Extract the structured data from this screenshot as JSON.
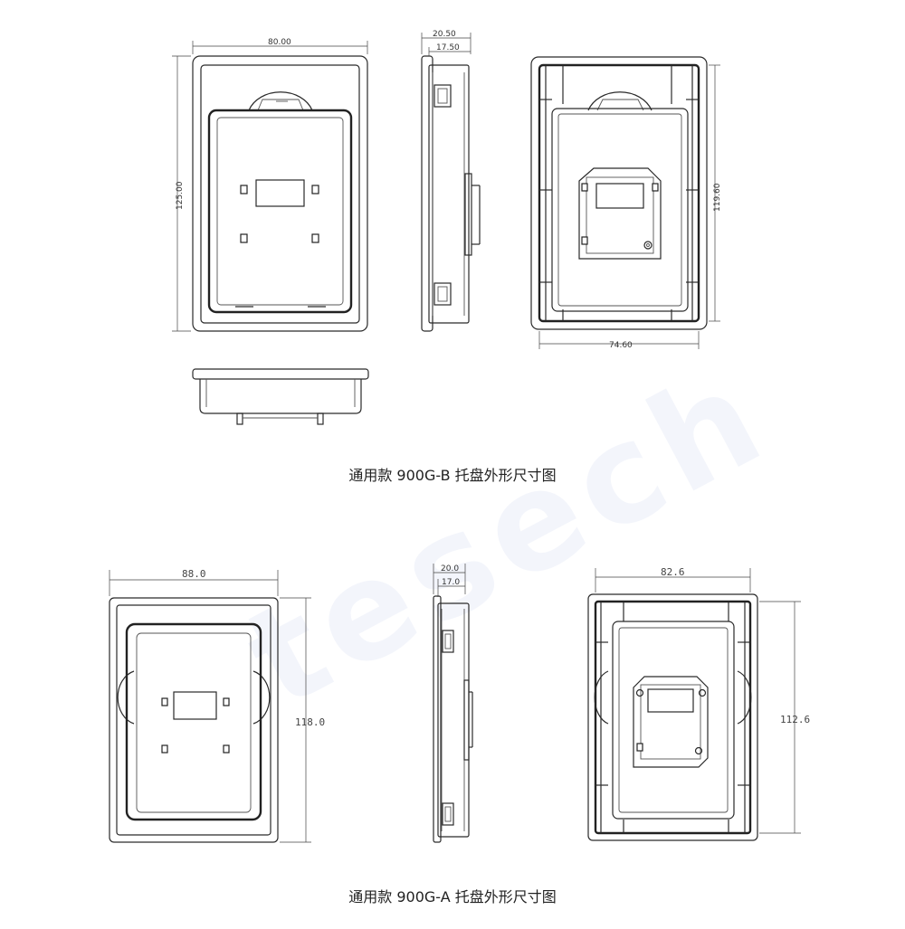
{
  "watermark": "tesech",
  "diagram_b": {
    "caption": "通用款  900G-B 托盘外形尺寸图",
    "dims": {
      "front_width": "80.00",
      "front_height": "125.00",
      "side_total": "20.50",
      "side_inner": "17.50",
      "back_height": "119.60",
      "back_width": "74.60"
    }
  },
  "diagram_a": {
    "caption": "通用款  900G-A 托盘外形尺寸图",
    "dims": {
      "front_width": "88.0",
      "front_height": "118.0",
      "side_total": "20.0",
      "side_inner": "17.0",
      "back_width": "82.6",
      "back_height": "112.6"
    }
  }
}
